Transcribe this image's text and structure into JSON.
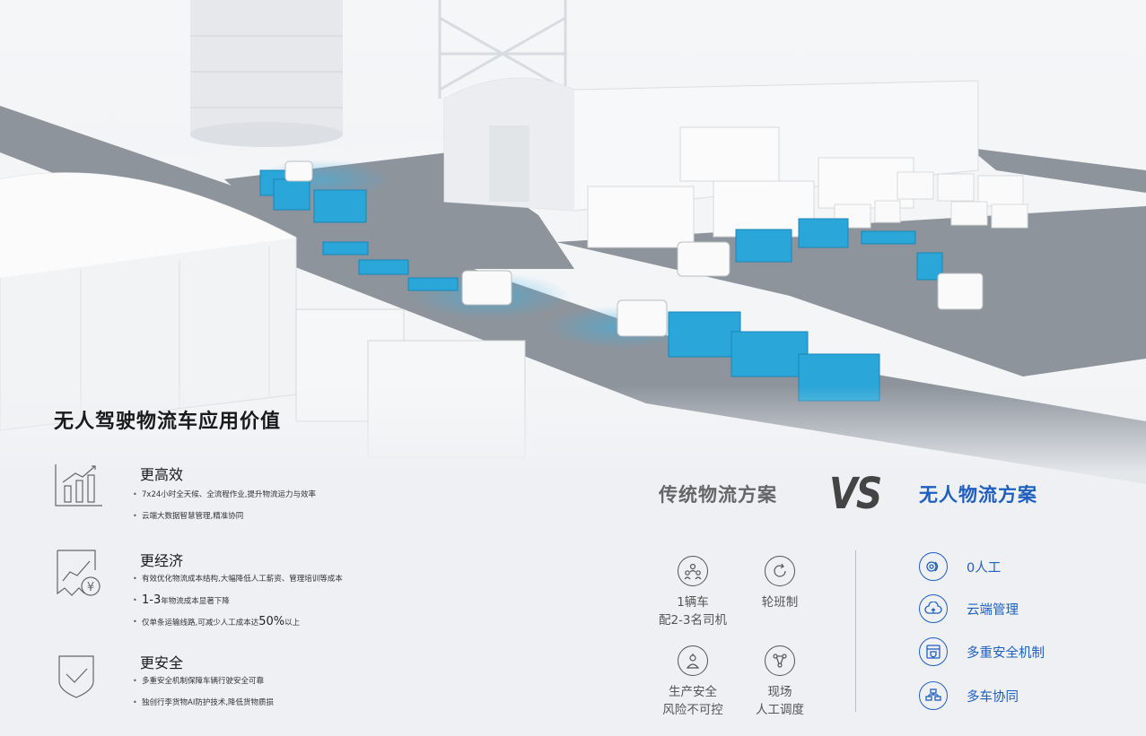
{
  "title": "无人驾驶物流车应用价值",
  "values": [
    {
      "heading": "更高效",
      "icon": "bar-chart-icon",
      "bullets": [
        {
          "text": "7x24小时全天候、全流程作业,提升物流运力与效率"
        },
        {
          "text": "云端大数据智慧管理,精准协同"
        }
      ]
    },
    {
      "heading": "更经济",
      "icon": "cost-chart-icon",
      "bullets": [
        {
          "text": "有效优化物流成本结构,大幅降低人工薪资、管理培训等成本"
        },
        {
          "pre": "",
          "big": "1-3",
          "post": "年物流成本显著下降"
        },
        {
          "pre": "仅单条运输线路,可减少人工成本达",
          "big": "50%",
          "post": "以上"
        }
      ]
    },
    {
      "heading": "更安全",
      "icon": "shield-check-icon",
      "bullets": [
        {
          "text": "多重安全机制保障车辆行驶安全可靠"
        },
        {
          "text": "独创行李货物AI防护技术,降低货物质损"
        }
      ]
    }
  ],
  "compare": {
    "traditional_title": "传统物流方案",
    "vs": "VS",
    "unmanned_title": "无人物流方案",
    "traditional_items": [
      {
        "icon": "drivers-group-icon",
        "line1": "1辆车",
        "line2": "配2-3名司机"
      },
      {
        "icon": "rotation-icon",
        "line1": "轮班制",
        "line2": ""
      },
      {
        "icon": "risk-person-icon",
        "line1": "生产安全",
        "line2": "风险不可控"
      },
      {
        "icon": "manual-dispatch-icon",
        "line1": "现场",
        "line2": "人工调度"
      }
    ],
    "unmanned_items": [
      {
        "icon": "zero-labor-icon",
        "label": "0人工"
      },
      {
        "icon": "cloud-management-icon",
        "label": "云端管理"
      },
      {
        "icon": "safety-mechanism-icon",
        "label": "多重安全机制"
      },
      {
        "icon": "multi-vehicle-icon",
        "label": "多车协同"
      }
    ]
  },
  "colors": {
    "accent_blue": "#1f5fbf",
    "cargo_blue": "#2aa6d8",
    "road": "#8d949c"
  }
}
